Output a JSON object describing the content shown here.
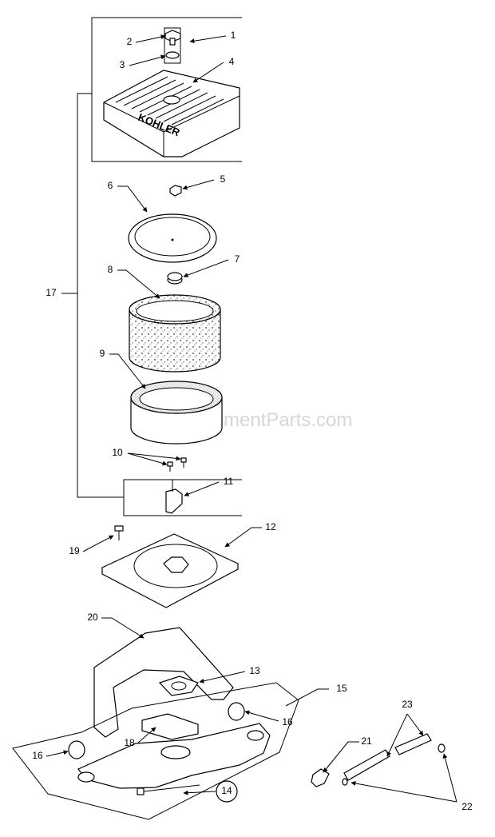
{
  "watermark": "eReplacementParts.com",
  "brand_text": "KOHLER",
  "callouts": [
    "1",
    "2",
    "3",
    "4",
    "5",
    "6",
    "7",
    "8",
    "9",
    "10",
    "11",
    "12",
    "13",
    "14",
    "15",
    "16",
    "16",
    "17",
    "18",
    "19",
    "20",
    "21",
    "22",
    "23"
  ]
}
